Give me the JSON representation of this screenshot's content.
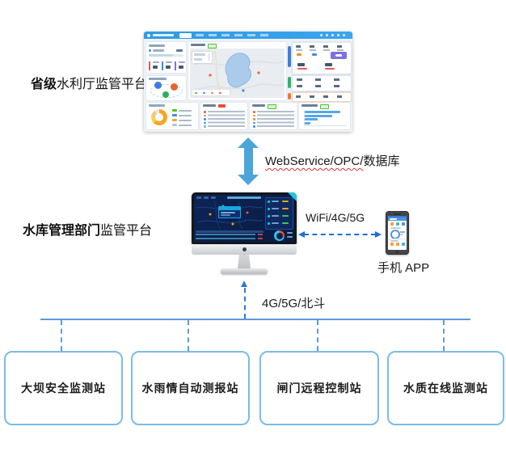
{
  "diagram": {
    "provincial_label": {
      "bold": "省级",
      "rest": "水利厅监管平台"
    },
    "reservoir_label": {
      "bold": "水库管理部门",
      "rest": "监管平台"
    },
    "link_top": {
      "latin": "WebService/OPC/",
      "cn": "数据库"
    },
    "link_wifi": "WiFi/4G/5G",
    "link_cellular": "4G/5G/北斗",
    "phone_caption": "手机 APP",
    "stations": [
      {
        "label": "大坝安全监测站"
      },
      {
        "label": "水雨情自动测报站"
      },
      {
        "label": "闸门远程控制站"
      },
      {
        "label": "水质在线监测站"
      }
    ],
    "colors": {
      "sync_arrow": "#4ba5d8",
      "dashed_link": "#1f6fd6",
      "bus_line": "#5b9bd5",
      "station_border": "#7cbce8",
      "dashboard_header": "#2e9be5",
      "monitor_screen": "#0c2456",
      "accent_cyan": "#27c8e8"
    }
  }
}
